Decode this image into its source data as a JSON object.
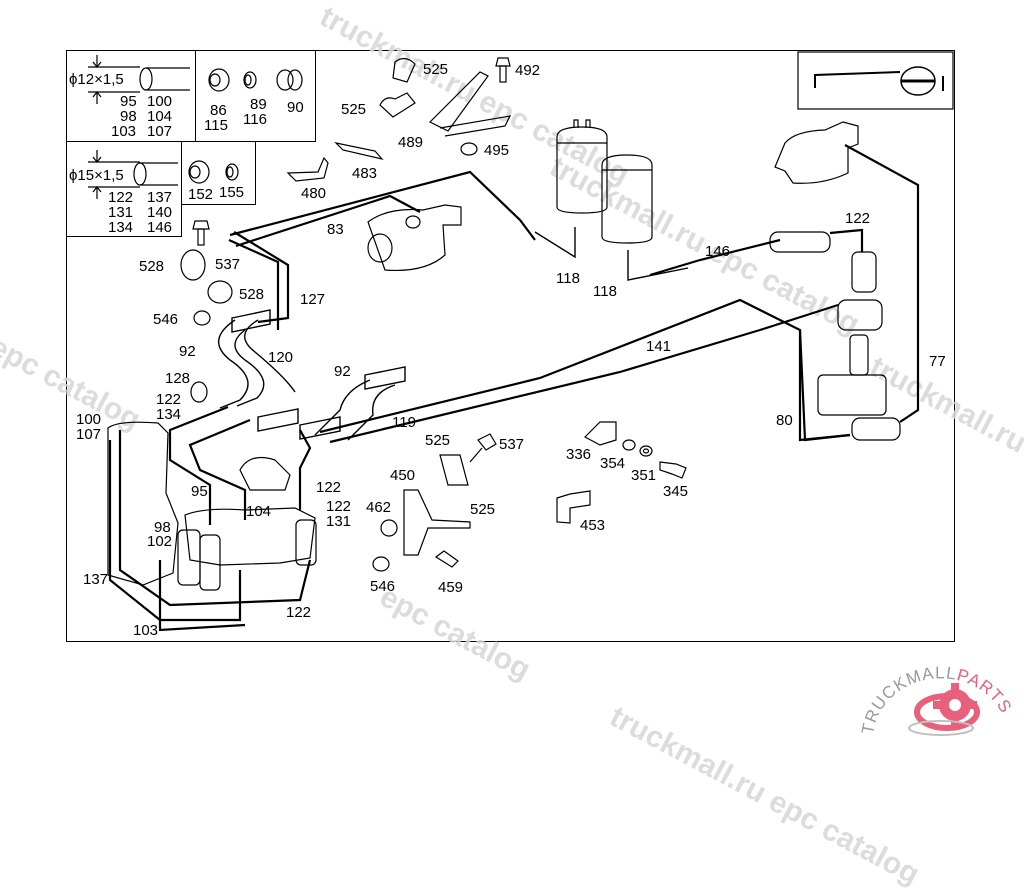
{
  "diagram": {
    "legends": [
      {
        "spec": "ϕ12×1,5",
        "parts": [
          "95",
          "100",
          "98",
          "104",
          "103",
          "107"
        ]
      },
      {
        "parts_row": [
          "86",
          "115",
          "89",
          "116",
          "90"
        ]
      },
      {
        "spec": "ϕ15×1,5",
        "parts": [
          "122",
          "137",
          "131",
          "140",
          "134",
          "146"
        ]
      },
      {
        "parts_row": [
          "152",
          "155"
        ]
      }
    ],
    "labels": {
      "p525a": "525",
      "p492": "492",
      "p525b": "525",
      "p489": "489",
      "p495": "495",
      "p483": "483",
      "p480": "480",
      "p83": "83",
      "p118a": "118",
      "p118b": "118",
      "p146": "146",
      "p122a": "122",
      "p141": "141",
      "p77": "77",
      "p80": "80",
      "p528a": "528",
      "p537a": "537",
      "p528b": "528",
      "p127": "127",
      "p546a": "546",
      "p92a": "92",
      "p120": "120",
      "p128": "128",
      "p122b": "122",
      "p134": "134",
      "p100": "100",
      "p107": "107",
      "p92b": "92",
      "p119": "119",
      "p95": "95",
      "p104": "104",
      "p98": "98",
      "p102": "102",
      "p122c": "122",
      "p122d": "122",
      "p131": "131",
      "p137": "137",
      "p103": "103",
      "p122e": "122",
      "p525c": "525",
      "p537b": "537",
      "p450": "450",
      "p462": "462",
      "p525d": "525",
      "p546b": "546",
      "p459": "459",
      "p336": "336",
      "p354": "354",
      "p351": "351",
      "p345": "345",
      "p453": "453"
    },
    "watermarks": [
      "epc catalog",
      "truckmall.ru epc catalog",
      "truckmall.ru",
      "epc catalog",
      "truckmall.ru epc catalog",
      "truckmall.ru epc catalog"
    ],
    "brand": {
      "text_dark": "TRUCKMALL",
      "text_accent": "PARTS",
      "accent_color": "#e8607c",
      "grey_color": "#9a9a9a"
    }
  }
}
